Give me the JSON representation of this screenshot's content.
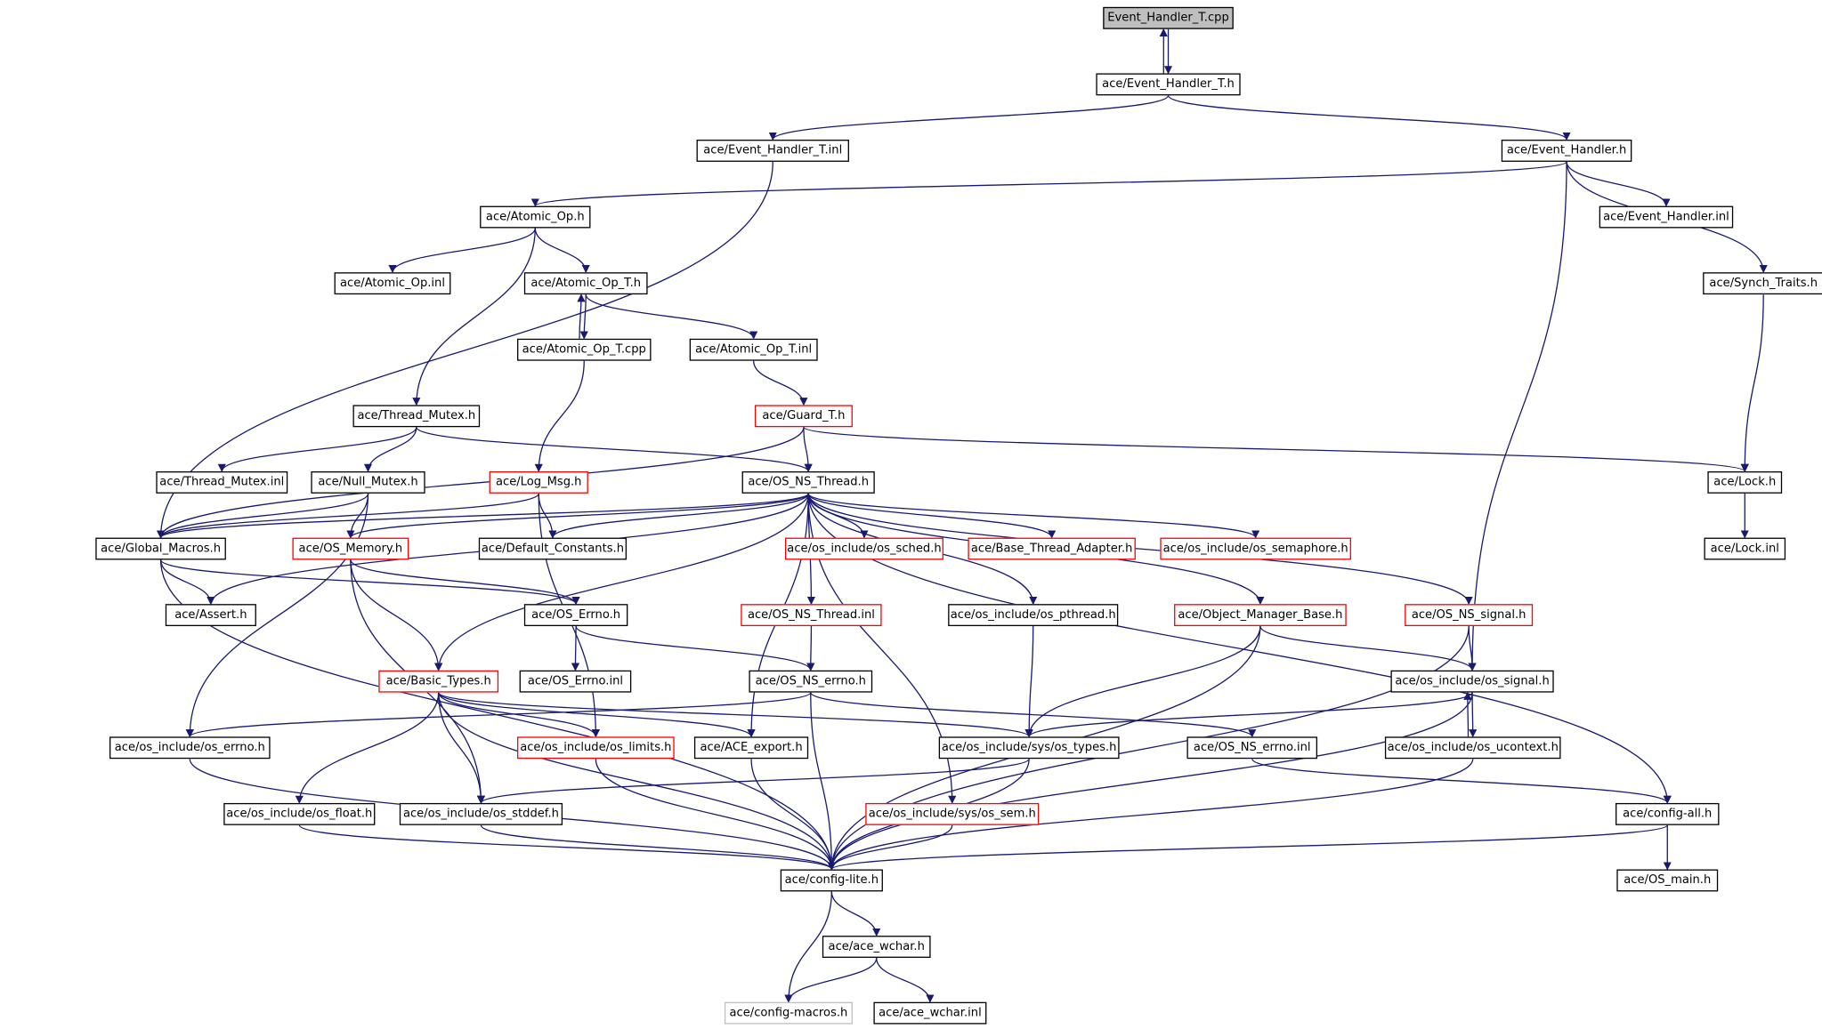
{
  "graph": {
    "edge_color": "#191970",
    "normal_border": "#000000",
    "incomplete_border": "#ff0000",
    "external_border": "#bfbfbf",
    "root_fill": "#bfbfbf",
    "nodes": [
      {
        "id": "n_eht_cpp",
        "label": "Event_Handler_T.cpp"
      },
      {
        "id": "n_eht_h",
        "label": "ace/Event_Handler_T.h"
      },
      {
        "id": "n_eht_inl",
        "label": "ace/Event_Handler_T.inl"
      },
      {
        "id": "n_eh_h",
        "label": "ace/Event_Handler.h"
      },
      {
        "id": "n_atomic_h",
        "label": "ace/Atomic_Op.h"
      },
      {
        "id": "n_eh_inl",
        "label": "ace/Event_Handler.inl"
      },
      {
        "id": "n_atomic_inl",
        "label": "ace/Atomic_Op.inl"
      },
      {
        "id": "n_atomict_h",
        "label": "ace/Atomic_Op_T.h"
      },
      {
        "id": "n_synch",
        "label": "ace/Synch_Traits.h"
      },
      {
        "id": "n_atomict_cpp",
        "label": "ace/Atomic_Op_T.cpp"
      },
      {
        "id": "n_atomict_inl",
        "label": "ace/Atomic_Op_T.inl"
      },
      {
        "id": "n_tmutex_h",
        "label": "ace/Thread_Mutex.h"
      },
      {
        "id": "n_guard",
        "label": "ace/Guard_T.h"
      },
      {
        "id": "n_tmutex_inl",
        "label": "ace/Thread_Mutex.inl"
      },
      {
        "id": "n_nmutex",
        "label": "ace/Null_Mutex.h"
      },
      {
        "id": "n_logmsg",
        "label": "ace/Log_Msg.h"
      },
      {
        "id": "n_osnsthread",
        "label": "ace/OS_NS_Thread.h"
      },
      {
        "id": "n_lock_h",
        "label": "ace/Lock.h"
      },
      {
        "id": "n_gmacros",
        "label": "ace/Global_Macros.h"
      },
      {
        "id": "n_osmem",
        "label": "ace/OS_Memory.h"
      },
      {
        "id": "n_defconst",
        "label": "ace/Default_Constants.h"
      },
      {
        "id": "n_sched",
        "label": "ace/os_include/os_sched.h"
      },
      {
        "id": "n_bta",
        "label": "ace/Base_Thread_Adapter.h"
      },
      {
        "id": "n_sem",
        "label": "ace/os_include/os_semaphore.h"
      },
      {
        "id": "n_lock_inl",
        "label": "ace/Lock.inl"
      },
      {
        "id": "n_assert",
        "label": "ace/Assert.h"
      },
      {
        "id": "n_oserrno",
        "label": "ace/OS_Errno.h"
      },
      {
        "id": "n_osnsthread_inl",
        "label": "ace/OS_NS_Thread.inl"
      },
      {
        "id": "n_pthread",
        "label": "ace/os_include/os_pthread.h"
      },
      {
        "id": "n_omb",
        "label": "ace/Object_Manager_Base.h"
      },
      {
        "id": "n_osnssignal",
        "label": "ace/OS_NS_signal.h"
      },
      {
        "id": "n_basic",
        "label": "ace/Basic_Types.h"
      },
      {
        "id": "n_oserrno_inl",
        "label": "ace/OS_Errno.inl"
      },
      {
        "id": "n_osnserrno",
        "label": "ace/OS_NS_errno.h"
      },
      {
        "id": "n_ossignal",
        "label": "ace/os_include/os_signal.h"
      },
      {
        "id": "n_errno",
        "label": "ace/os_include/os_errno.h"
      },
      {
        "id": "n_limits",
        "label": "ace/os_include/os_limits.h"
      },
      {
        "id": "n_export",
        "label": "ace/ACE_export.h"
      },
      {
        "id": "n_types",
        "label": "ace/os_include/sys/os_types.h"
      },
      {
        "id": "n_osnserrno_inl",
        "label": "ace/OS_NS_errno.inl"
      },
      {
        "id": "n_ucontext",
        "label": "ace/os_include/os_ucontext.h"
      },
      {
        "id": "n_float",
        "label": "ace/os_include/os_float.h"
      },
      {
        "id": "n_stddef",
        "label": "ace/os_include/os_stddef.h"
      },
      {
        "id": "n_syssem",
        "label": "ace/os_include/sys/os_sem.h"
      },
      {
        "id": "n_configall",
        "label": "ace/config-all.h"
      },
      {
        "id": "n_configlite",
        "label": "ace/config-lite.h"
      },
      {
        "id": "n_osmain",
        "label": "ace/OS_main.h"
      },
      {
        "id": "n_wchar_h",
        "label": "ace/ace_wchar.h"
      },
      {
        "id": "n_configmacros",
        "label": "ace/config-macros.h"
      },
      {
        "id": "n_wchar_inl",
        "label": "ace/ace_wchar.inl"
      }
    ]
  }
}
